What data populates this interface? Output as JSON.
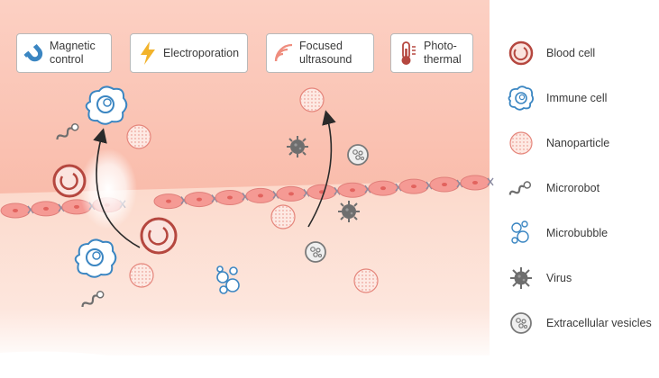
{
  "methods": [
    {
      "id": "magnetic",
      "label": "Magnetic\ncontrol",
      "icon": "magnet-icon"
    },
    {
      "id": "electro",
      "label": "Electroporation",
      "icon": "lightning-icon"
    },
    {
      "id": "ultrasound",
      "label": "Focused\nultrasound",
      "icon": "ultrasound-waves-icon"
    },
    {
      "id": "photothermal",
      "label": "Photo-\nthermal",
      "icon": "thermometer-icon"
    }
  ],
  "legend": [
    {
      "id": "blood",
      "label": "Blood cell",
      "icon": "blood-cell-icon"
    },
    {
      "id": "immune",
      "label": "Immune cell",
      "icon": "immune-cell-icon"
    },
    {
      "id": "nano",
      "label": "Nanoparticle",
      "icon": "nanoparticle-icon"
    },
    {
      "id": "robot",
      "label": "Microrobot",
      "icon": "microrobot-icon"
    },
    {
      "id": "bubble",
      "label": "Microbubble",
      "icon": "microbubble-icon"
    },
    {
      "id": "virus",
      "label": "Virus",
      "icon": "virus-icon"
    },
    {
      "id": "ev",
      "label": "Extracellular vesicles",
      "icon": "extracellular-vesicle-icon"
    }
  ],
  "colors": {
    "vessel_top": "#fbc6b8",
    "vessel_bottom": "#fde3d8",
    "endothelial": "#f59a94",
    "endothelial_border": "#e07f7a",
    "blood_cell": "#b5473f",
    "immune_cell": "#3b86c2",
    "nanoparticle": "#e5857b",
    "virus": "#6e6e6e",
    "arrow": "#2a2a2a"
  }
}
